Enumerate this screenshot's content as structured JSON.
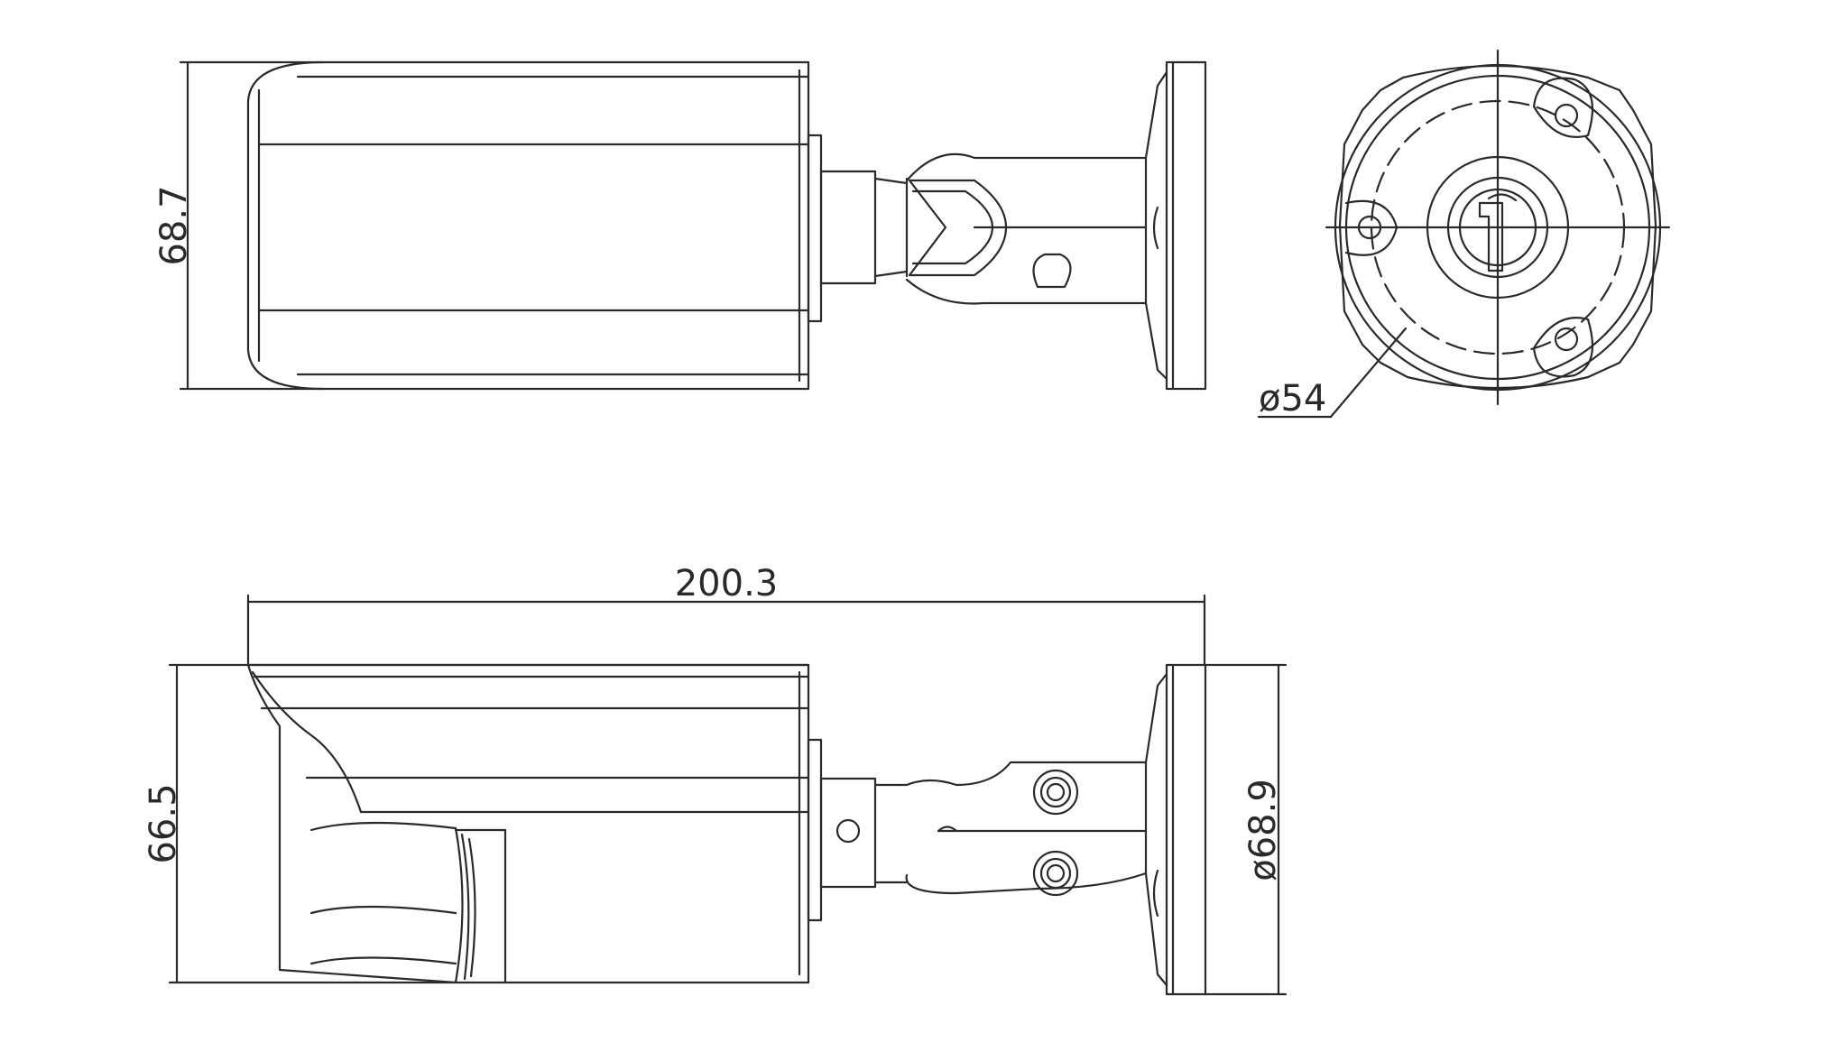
{
  "dimensions": {
    "top_view_height": "68.7",
    "front_view_diameter": "ø54",
    "overall_length": "200.3",
    "side_view_height": "66.5",
    "mount_base_diameter": "ø68.9"
  },
  "colors": {
    "line": "#2a2a2a",
    "background": "#ffffff"
  }
}
